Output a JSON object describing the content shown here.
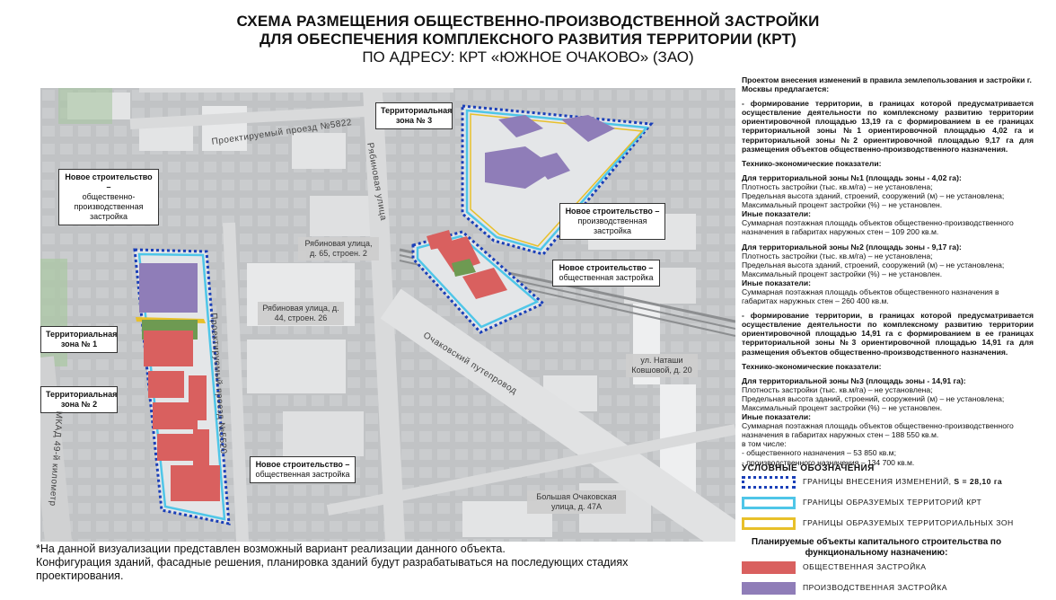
{
  "title": {
    "line1": "СХЕМА РАЗМЕЩЕНИЯ ОБЩЕСТВЕННО-ПРОИЗВОДСТВЕННОЙ ЗАСТРОЙКИ",
    "line2": "ДЛЯ ОБЕСПЕЧЕНИЯ КОМПЛЕКСНОГО РАЗВИТИЯ ТЕРРИТОРИИ (КРТ)",
    "line3": "ПО АДРЕСУ: КРТ «ЮЖНОЕ ОЧАКОВО» (ЗАО)"
  },
  "map": {
    "callouts": {
      "zone3": "Территориальная зона № 3",
      "zone1": "Территориальная зона № 1",
      "zone2": "Территориальная зона № 2",
      "new_prod_left_title": "Новое строительство –",
      "new_prod_left_sub": "общественно-производственная застройка",
      "new_prod_right_title": "Новое строительство –",
      "new_prod_right_sub": "производственная застройка",
      "new_pub_right_title": "Новое строительство –",
      "new_pub_right_sub": "общественная застройка",
      "new_pub_bottom_title": "Новое строительство –",
      "new_pub_bottom_sub": "общественная застройка"
    },
    "addresses": {
      "a1": "Рябиновая улица, д. 65, строен. 2",
      "a2": "Рябиновая улица, д. 44, строен. 26",
      "a3": "ул. Наташи Ковшовой, д. 20",
      "a4": "Большая Очаковская улица, д. 47А"
    },
    "streets": {
      "s1": "Проектируемый проезд №5822",
      "s2": "Рябиновая улица",
      "s3": "Очаковский путепровод",
      "s4": "Проектируемый проезд №5520",
      "s5": "МКАД 49-й километр"
    }
  },
  "footnote": {
    "l1": "*На данной визуализации представлен возможный вариант реализации данного объекта.",
    "l2": "Конфигурация зданий, фасадные решения, планировка зданий будут разрабатываться на последующих стадиях",
    "l3": "проектирования."
  },
  "panel": {
    "intro": "Проектом внесения изменений в правила землепользования и застройки г. Москвы предлагается:",
    "p1": "- формирование территории, в границах которой предусматривается осуществление деятельности по комплексному развитию территории ориентировочной площадью 13,19 га с формированием в ее границах территориальной зоны №1 ориентировочной площадью 4,02 га и территориальной зоны №2 ориентировочной площадью 9,17 га для размещения объектов общественно-производственного назначения.",
    "tep1": "Технико-экономические показатели:",
    "z1_head": "Для территориальной зоны №1 (площадь зоны - 4,02 га):",
    "z1_density": "Плотность застройки (тыс. кв.м/га) – не установлена;",
    "z1_height": "Предельная высота зданий, строений, сооружений (м) – не установлена;",
    "z1_percent": "Максимальный процент застройки (%) – не установлен.",
    "z1_other": "Иные показатели:",
    "z1_total": "Суммарная поэтажная площадь объектов общественно-производственного назначения в габаритах наружных стен – 109 200 кв.м.",
    "z2_head": "Для территориальной зоны №2 (площадь зоны - 9,17 га):",
    "z2_density": "Плотность застройки (тыс. кв.м/га) – не установлена;",
    "z2_height": "Предельная высота зданий, строений, сооружений (м) – не установлена;",
    "z2_percent": "Максимальный процент застройки (%) – не установлен.",
    "z2_other": "Иные показатели:",
    "z2_total": "Суммарная поэтажная площадь объектов общественного назначения в габаритах наружных стен – 260 400 кв.м.",
    "p2": "- формирование территории, в границах которой предусматривается осуществление деятельности по комплексному развитию территории ориентировочной площадью 14,91 га с формированием в ее границах территориальной зоны №3 ориентировочной площадью 14,91 га для размещения объектов общественно-производственного назначения.",
    "tep2": "Технико-экономические показатели:",
    "z3_head": "Для территориальной зоны №3 (площадь зоны - 14,91 га):",
    "z3_density": "Плотность застройки (тыс. кв.м/га) – не установлена;",
    "z3_height": "Предельная высота зданий, строений, сооружений (м) – не установлена;",
    "z3_percent": "Максимальный процент застройки (%) – не установлен.",
    "z3_other": "Иные показатели:",
    "z3_total": "Суммарная поэтажная площадь объектов общественно-производственного назначения в габаритах наружных стен – 188 550 кв.м.",
    "z3_incl": "в том числе:",
    "z3_pub": "- общественного назначения – 53 850 кв.м;",
    "z3_prod": "- производственного назначения – 134 700 кв.м."
  },
  "legend": {
    "title": "УСЛОВНЫЕ ОБОЗНАЧЕНИЯ",
    "items": [
      {
        "label": "ГРАНИЦЫ ВНЕСЕНИЯ ИЗМЕНЕНИЙ,",
        "extra": "S = 28,10 га"
      },
      {
        "label": "ГРАНИЦЫ ОБРАЗУЕМЫХ ТЕРРИТОРИЙ КРТ"
      },
      {
        "label": "ГРАНИЦЫ ОБРАЗУЕМЫХ ТЕРРИТОРИАЛЬНЫХ ЗОН"
      }
    ],
    "plan_title": "Планируемые объекты капитального строительства по функциональному назначению:",
    "plan_items": [
      {
        "label": "ОБЩЕСТВЕННАЯ ЗАСТРОЙКА"
      },
      {
        "label": "ПРОИЗВОДСТВЕННАЯ ЗАСТРОЙКА"
      }
    ]
  },
  "colors": {
    "boundary_blue": "#1a3fb8",
    "krt_cyan": "#4fc6e8",
    "zone_yellow": "#e8c02a",
    "public_red": "#d9605f",
    "industrial_purple": "#8f7db8"
  }
}
